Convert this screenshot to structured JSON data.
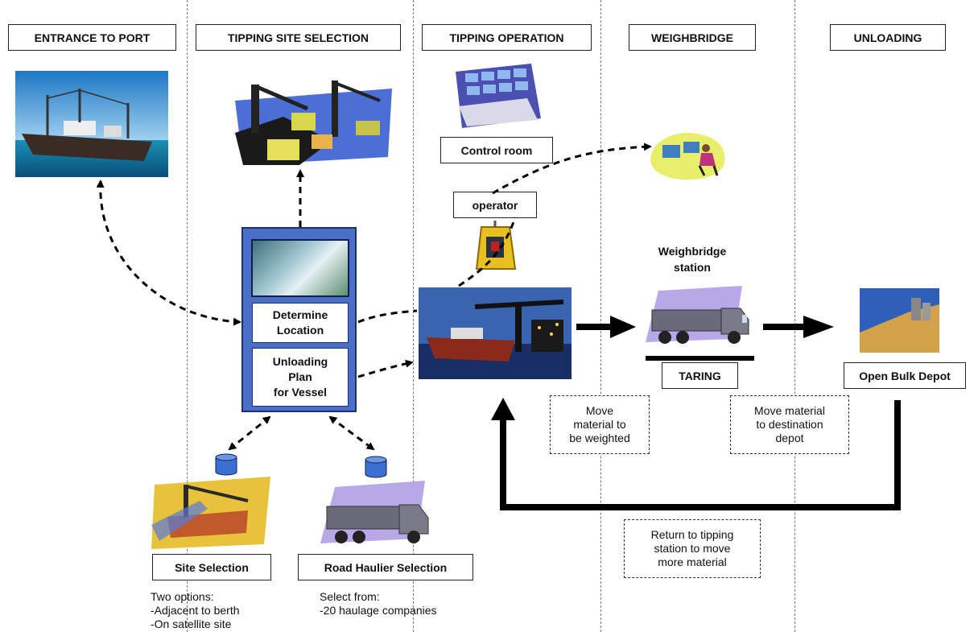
{
  "lanes": {
    "entrance": "ENTRANCE TO PORT",
    "tipping_site_selection": "TIPPING SITE SELECTION",
    "tipping_operation": "TIPPING OPERATION",
    "weighbridge": "WEIGHBRIDGE",
    "unloading": "UNLOADING"
  },
  "terminal": {
    "determine_location": "Determine\nLocation",
    "unloading_plan": "Unloading\nPlan\nfor Vessel"
  },
  "labels": {
    "control_room": "Control room",
    "operator": "operator",
    "weighbridge_station": "Weighbridge\nstation",
    "taring": "TARING",
    "open_bulk_depot": "Open Bulk Depot",
    "site_selection": "Site Selection",
    "road_haulier_selection": "Road Haulier Selection"
  },
  "notes": {
    "move_to_weight": "Move\nmaterial to\nbe weighted",
    "move_to_depot": "Move  material\nto destination\ndepot",
    "return_to_tipping": "Return to tipping\nstation to move\nmore material",
    "site_options": "Two options:\n-Adjacent to berth\n-On satellite site",
    "haulier_options": "Select from:\n-20 haulage companies"
  },
  "icons": {
    "ship": "cargo-ship-picture",
    "port_cranes": "port-cranes-picture",
    "control_room": "control-room-picture",
    "operator_desk": "operator-at-desk-picture",
    "crane_cab": "crane-cab-picture",
    "port_operation": "port-at-night-picture",
    "truck": "truck-picture",
    "depot": "bulk-depot-picture",
    "site": "harbour-site-picture",
    "database": "database-cylinder-icon"
  }
}
